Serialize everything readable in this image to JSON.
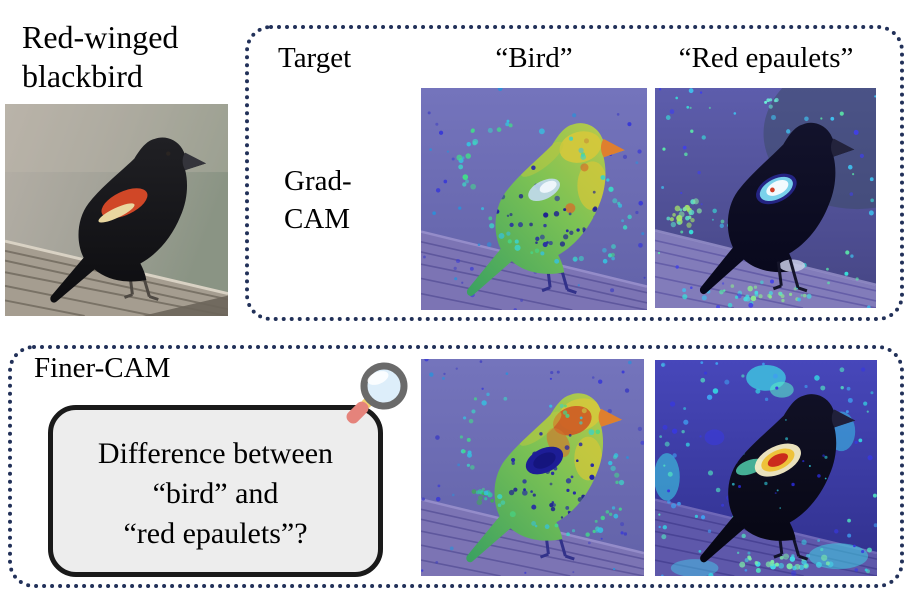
{
  "photo_label": {
    "line1": "Red-winged",
    "line2": "blackbird"
  },
  "gradcam_box": {
    "target_header": "Target",
    "bird_header": "“Bird”",
    "epaulets_header": "“Red epaulets”",
    "method_line1": "Grad-",
    "method_line2": "CAM"
  },
  "finercam_box": {
    "method": "Finer-CAM",
    "question_line1": "Difference between",
    "question_line2": "“bird” and",
    "question_line3": "“red epaulets”?"
  },
  "icons": {
    "magnifier": "magnifier-icon"
  },
  "colors": {
    "box_border": "#223159",
    "bubble_bg": "#ededed",
    "bubble_border": "#1a1a1a",
    "heat_high": "#cb2b1c",
    "heat_mid": "#eec23a",
    "heat_low": "#3838e0",
    "text": "#000000"
  }
}
